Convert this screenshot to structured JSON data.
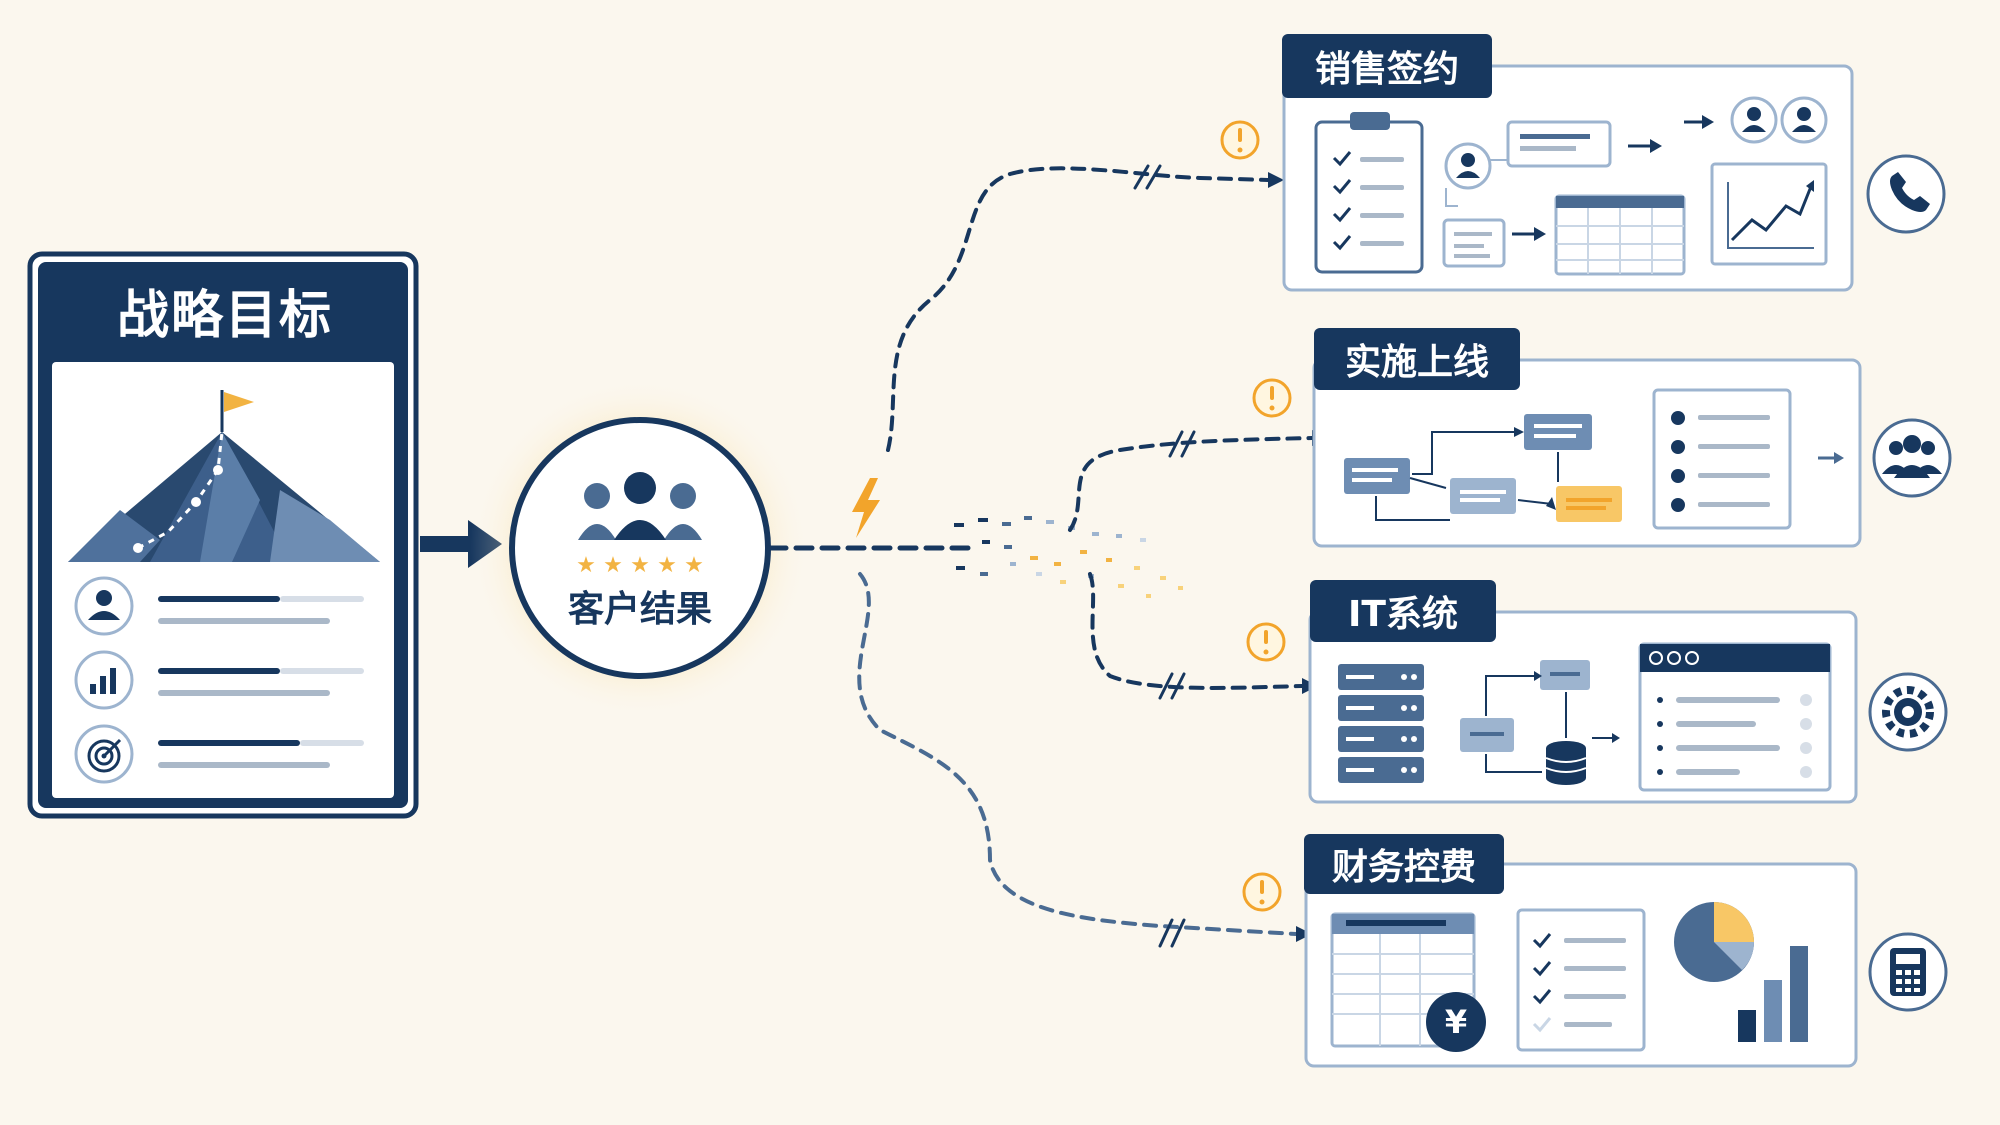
{
  "goal": {
    "title": "战略目标"
  },
  "center": {
    "label": "客户结果"
  },
  "departments": [
    {
      "title": "销售签约",
      "icon": "phone-icon"
    },
    {
      "title": "实施上线",
      "icon": "team-icon"
    },
    {
      "title": "IT系统",
      "icon": "gear-icon"
    },
    {
      "title": "财务控费",
      "icon": "calculator-icon"
    }
  ],
  "finance": {
    "currency_symbol": "¥"
  },
  "colors": {
    "navy": "#17375e",
    "steel": "#4a6b92",
    "light_blue": "#9db4cf",
    "amber": "#f2b342",
    "background": "#fbf7ee"
  }
}
